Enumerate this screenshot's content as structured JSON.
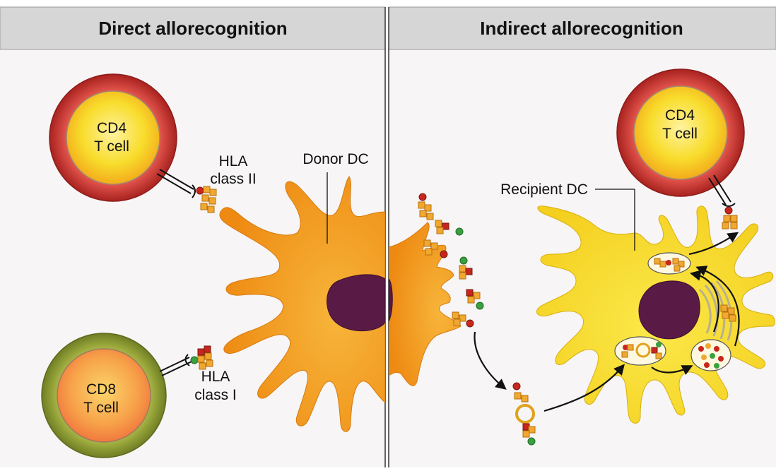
{
  "panels": {
    "left": {
      "title": "Direct allorecognition"
    },
    "right": {
      "title": "Indirect allorecognition"
    }
  },
  "labels": {
    "cd4_left": [
      "CD4",
      "T cell"
    ],
    "cd8": [
      "CD8",
      "T cell"
    ],
    "hla_class_ii": [
      "HLA",
      "class II"
    ],
    "hla_class_i": [
      "HLA",
      "class I"
    ],
    "donor_dc": "Donor DC",
    "recipient_dc": "Recipient DC",
    "cd4_right": [
      "CD4",
      "T cell"
    ]
  },
  "colors": {
    "header_bg": "#d6d6d6",
    "panel_bg": "#f7f5f5",
    "cd4_ring": "#c3332f",
    "cd8_ring": "#8c9a32",
    "cell_core": "#f7dd2a",
    "donor_dc": "#f0a020",
    "recipient_dc": "#f7e03a",
    "nucleus": "#5a1a46",
    "hla_orange": "#f0a830",
    "peptide_red": "#c8261c",
    "peptide_green": "#3aa040"
  }
}
